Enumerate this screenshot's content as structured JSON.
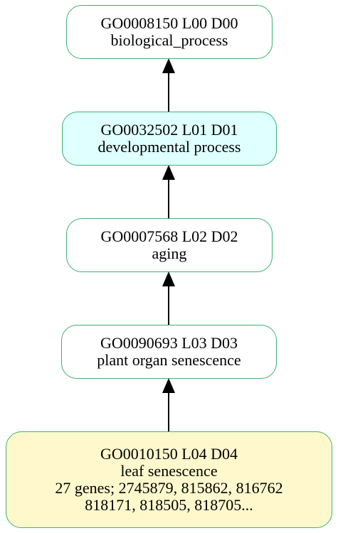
{
  "nodes": [
    {
      "id": "GO0008150 L00 D00",
      "name": "biological_process",
      "fill": "#ffffff"
    },
    {
      "id": "GO0032502 L01 D01",
      "name": "developmental process",
      "fill": "#e0ffff"
    },
    {
      "id": "GO0007568 L02 D02",
      "name": "aging",
      "fill": "#ffffff"
    },
    {
      "id": "GO0090693 L03 D03",
      "name": "plant organ senescence",
      "fill": "#ffffff"
    },
    {
      "id": "GO0010150 L04 D04",
      "name": "leaf senescence",
      "genes_line1": "27 genes; 2745879, 815862, 816762",
      "genes_line2": "818171, 818505, 818705...",
      "fill": "#fff8cd"
    }
  ],
  "edges": [
    {
      "from": "GO0032502 L01 D01",
      "to": "GO0008150 L00 D00"
    },
    {
      "from": "GO0007568 L02 D02",
      "to": "GO0032502 L01 D01"
    },
    {
      "from": "GO0090693 L03 D03",
      "to": "GO0007568 L02 D02"
    },
    {
      "from": "GO0010150 L04 D04",
      "to": "GO0090693 L03 D03"
    }
  ],
  "colors": {
    "node_border": "#3cb371",
    "edge": "#000000"
  }
}
